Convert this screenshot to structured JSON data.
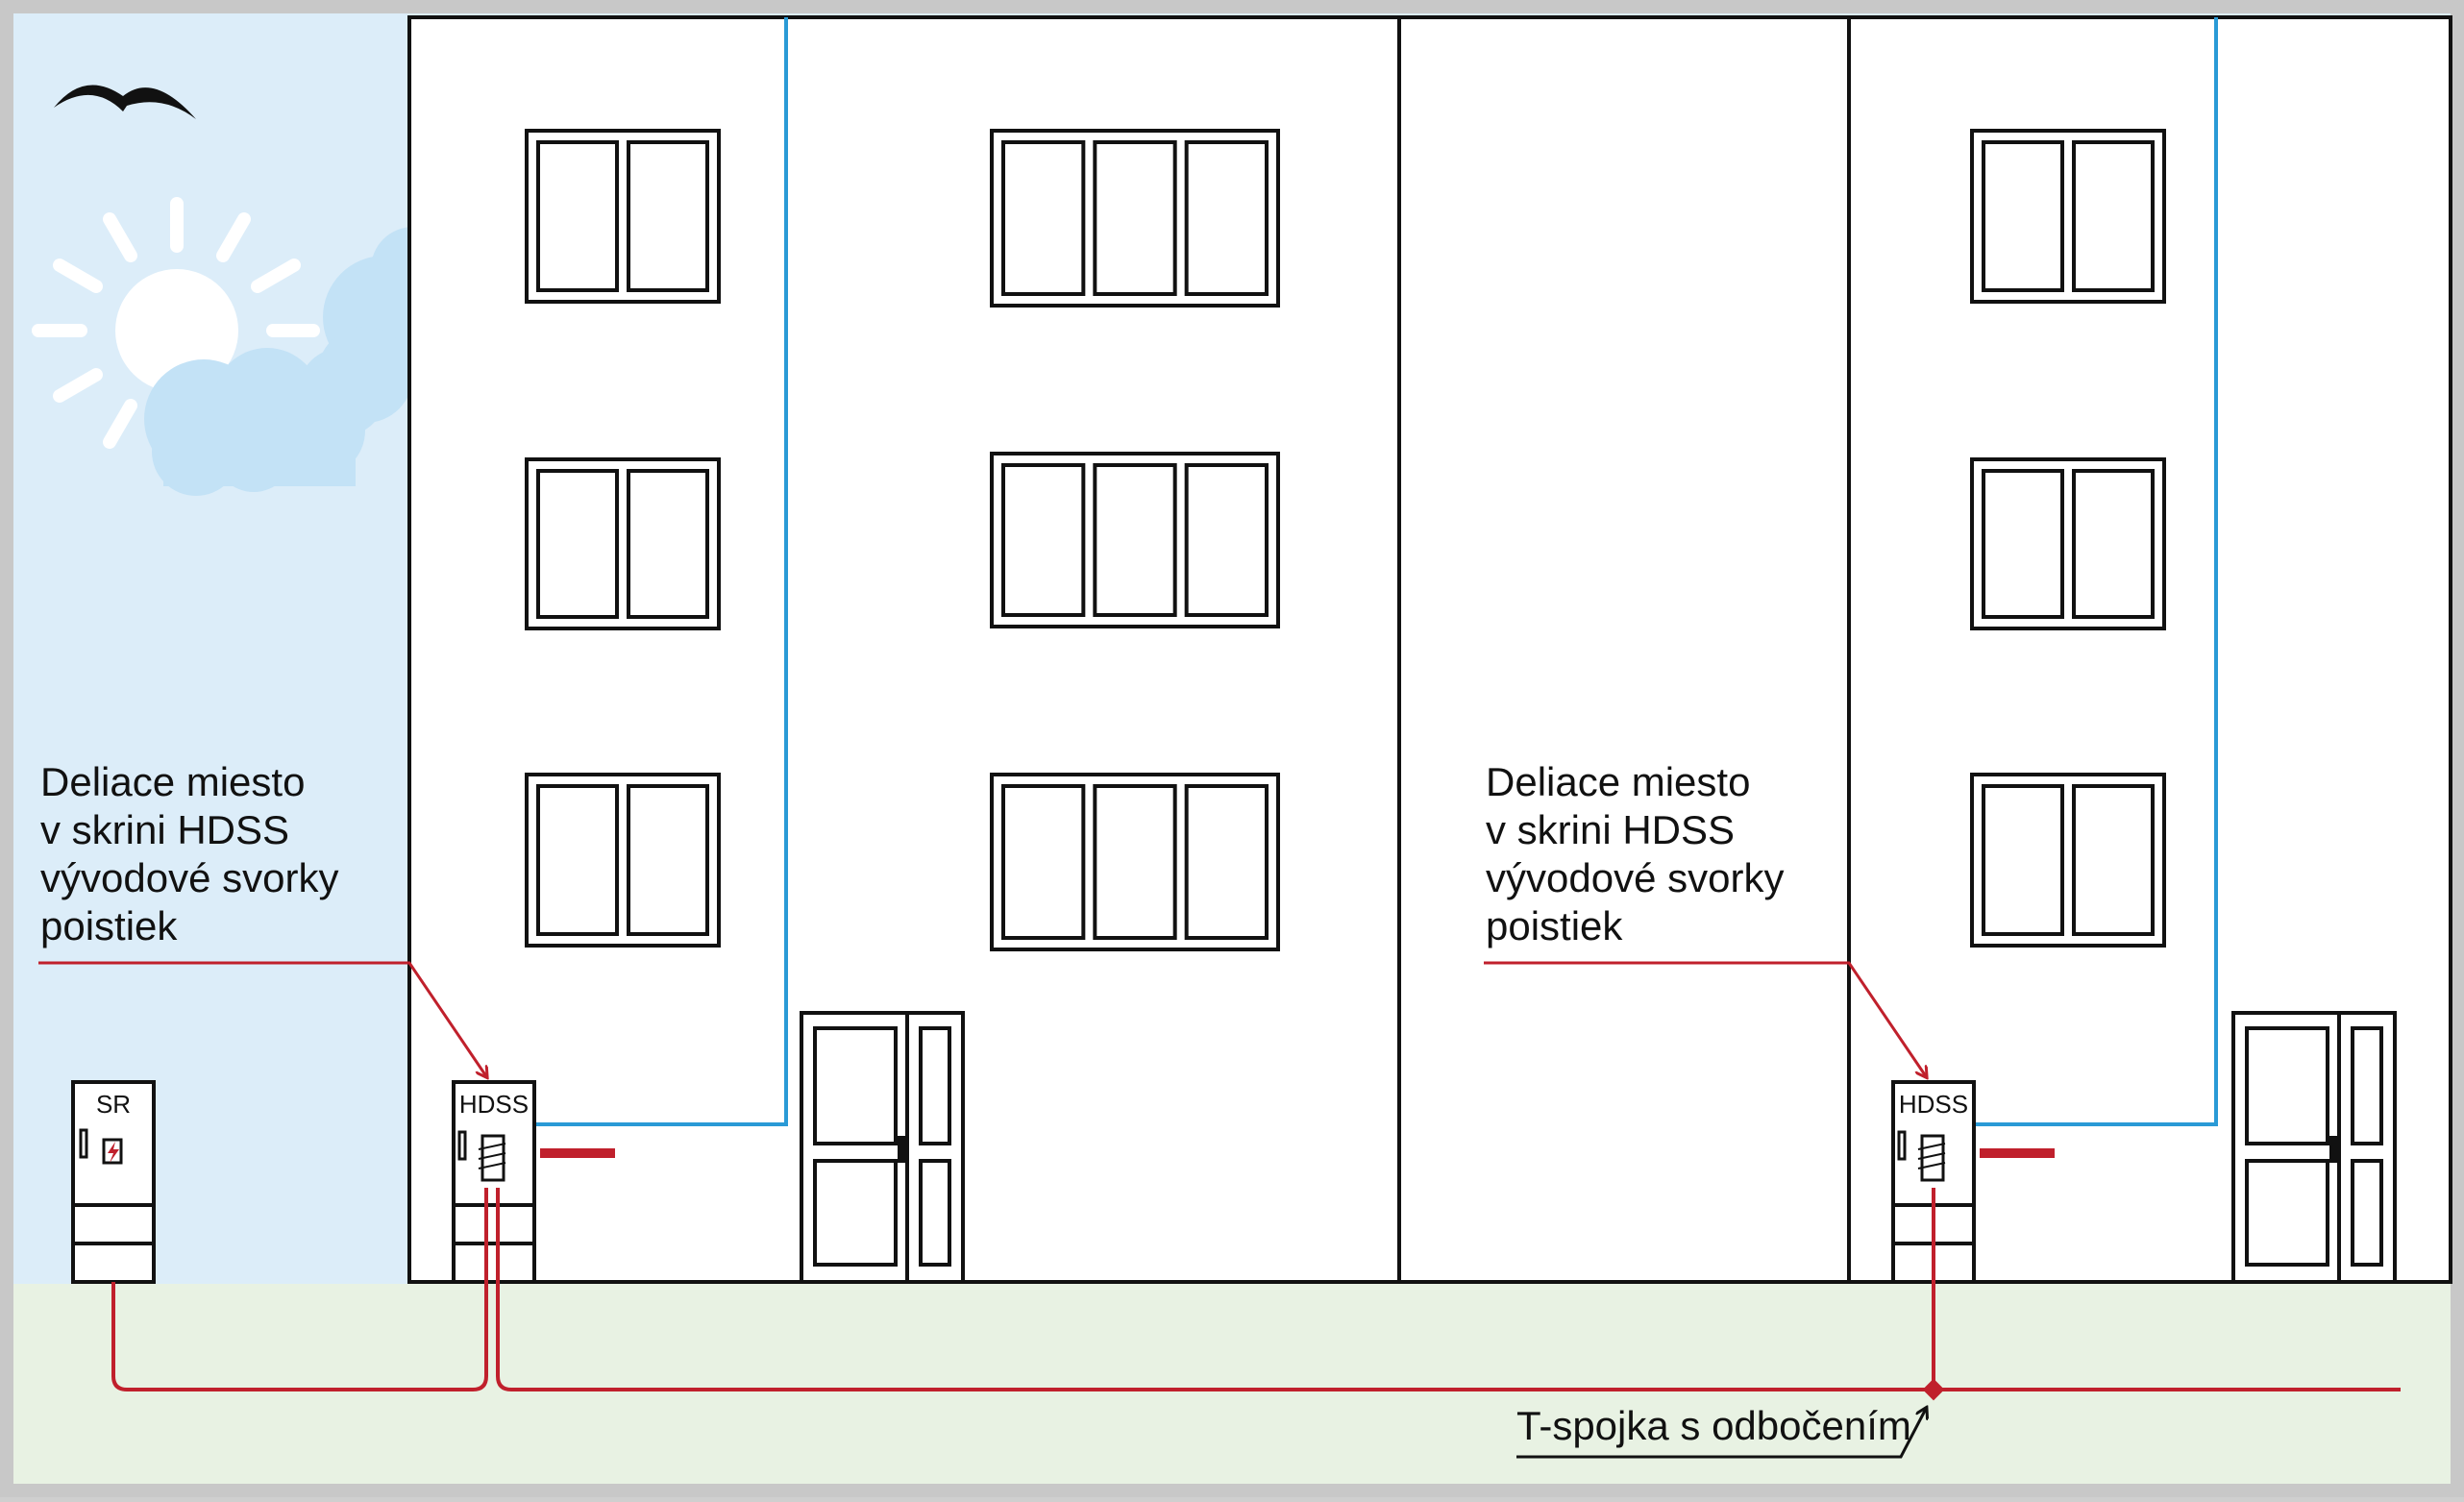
{
  "labels": {
    "left_callout": [
      "Deliace miesto",
      "v skrini HDSS",
      "vývodové svorky",
      "poistiek"
    ],
    "right_callout": [
      "Deliace miesto",
      "v skrini HDSS",
      "vývodové svorky",
      "poistiek"
    ],
    "sr_box": "SR",
    "hdss_left": "HDSS",
    "hdss_right": "HDSS",
    "t_junction": "T-spojka s odbočením"
  },
  "colors": {
    "frame": "#c8c8c8",
    "sky": "#dcedf9",
    "ground": "#e8f2e3",
    "building": "#ffffff",
    "outline": "#111111",
    "cable_red": "#c0202c",
    "cable_blue": "#2a9ad6",
    "cloud": "#c3e2f6",
    "sun": "#ffffff"
  }
}
